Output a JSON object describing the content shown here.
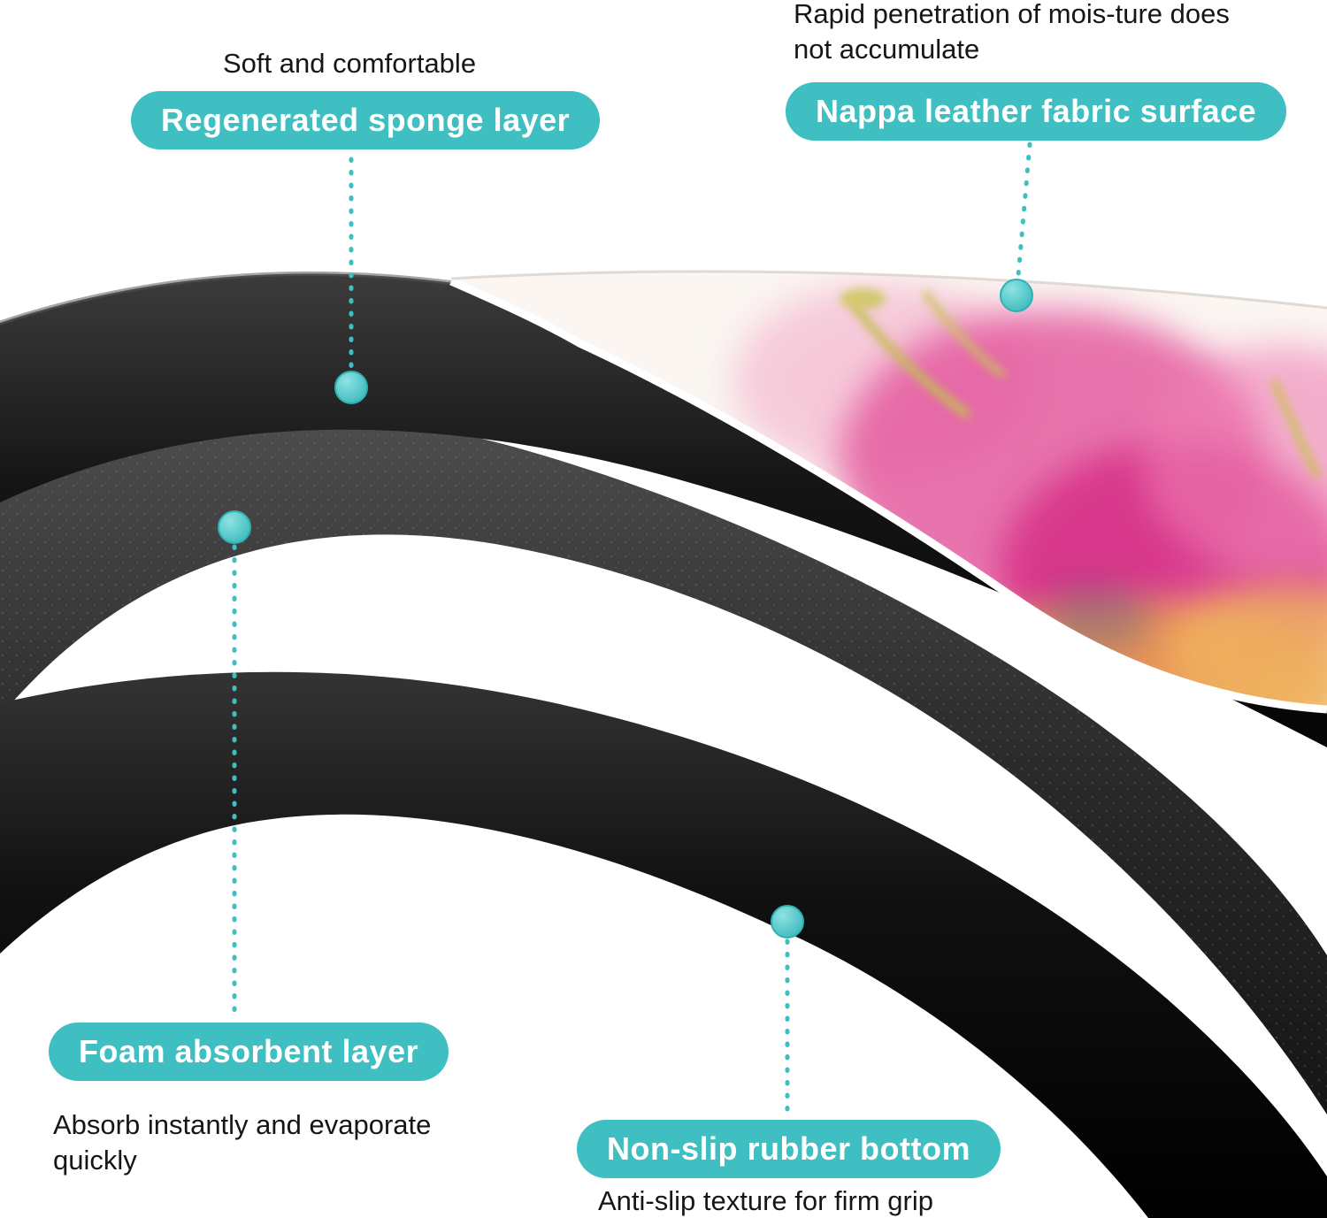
{
  "colors": {
    "accent_teal": "#3fbfc1",
    "text_dark": "#161616",
    "layer_black": "#0a0a0a",
    "print_pink": "#d62e86",
    "print_orange": "#eaa34f"
  },
  "callouts": {
    "sponge": {
      "caption": "Soft and comfortable",
      "label": "Regenerated sponge layer"
    },
    "fabric": {
      "caption_line1": "Rapid penetration of mois-ture does",
      "caption_line2": "not accumulate",
      "label": "Nappa leather fabric surface"
    },
    "foam": {
      "label": "Foam absorbent layer",
      "caption_line1": "Absorb instantly and evaporate",
      "caption_line2": "quickly"
    },
    "rubber": {
      "label": "Non-slip rubber bottom",
      "caption": "Anti-slip texture for firm grip"
    }
  }
}
